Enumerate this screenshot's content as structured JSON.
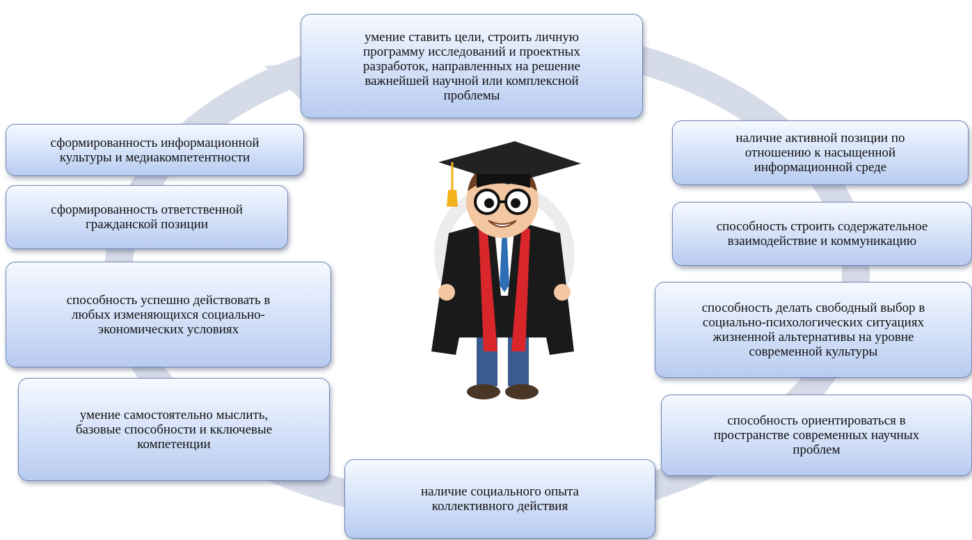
{
  "boxes": [
    "умение ставить цели, строить личную\nпрограмму исследований  и проектных\nразработок, направленных на решение\nважнейшей научной или комплексной\nпроблемы",
    "наличие активной позиции по\nотношению к насыщенной\nинформационной среде",
    "способность строить содержательное\nвзаимодействие и коммуникацию",
    "способность делать свободный выбор в\nсоциально-психологических  ситуациях\nжизненной альтернативы на уровне\nсовременной культуры",
    "способность ориентироваться в\nпространстве современных научных\nпроблем",
    "наличие социального опыта\nколлективного действия",
    "умение самостоятельно мыслить,\nбазовые способности  и кключевые\nкомпетенции",
    "способность успешно действовать в\nлюбых изменяющихся социально-\nэкономических условиях",
    "сформированность ответственной\nгражданской позиции",
    "сформированность информационной\nкультуры и медиакомпетентности"
  ],
  "colors": {
    "box_border": "#6f86b3",
    "box_gradient_top": "#f6f9ff",
    "box_gradient_bottom": "#b8cbf0",
    "cycle_arrow": "#d6dbe8",
    "gown": "#1a1a1a",
    "gown_trim": "#d9262b",
    "tassel": "#f2b11b"
  },
  "illustration": {
    "icon": "graduate-student-icon"
  }
}
